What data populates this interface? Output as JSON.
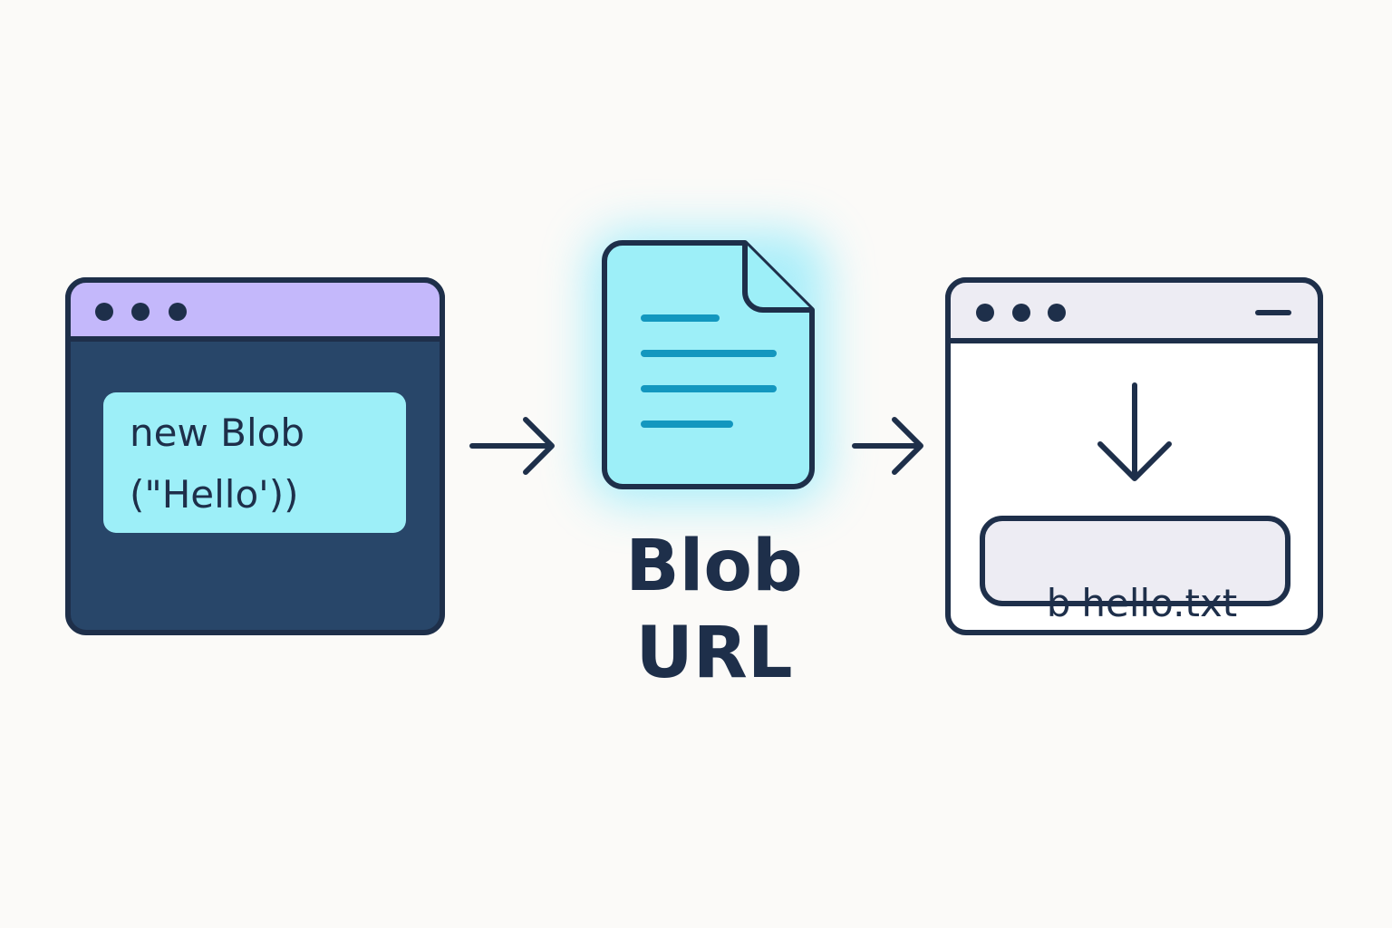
{
  "source_window": {
    "code_line_1": "new Blob",
    "code_line_2": "(\"Hello'))"
  },
  "blob": {
    "label_line_1": "Blob",
    "label_line_2": "URL"
  },
  "download_window": {
    "file_icon_glyph": "b",
    "file_name": "hello.txt"
  },
  "colors": {
    "outline": "#1e2f4a",
    "source_titlebar": "#c4b8fb",
    "source_body": "#284669",
    "code_box": "#9deff8",
    "blob_file_fill": "#9deff8",
    "blob_lines": "#1397bf",
    "blob_glow": "#73e6fb",
    "download_titlebar": "#edecf3",
    "download_body": "#ffffff",
    "file_pill": "#edecf3",
    "background": "#fbfaf8"
  },
  "icons": [
    "window-dots-icon",
    "arrow-right-icon",
    "file-document-icon",
    "download-arrow-icon",
    "minimize-icon"
  ]
}
